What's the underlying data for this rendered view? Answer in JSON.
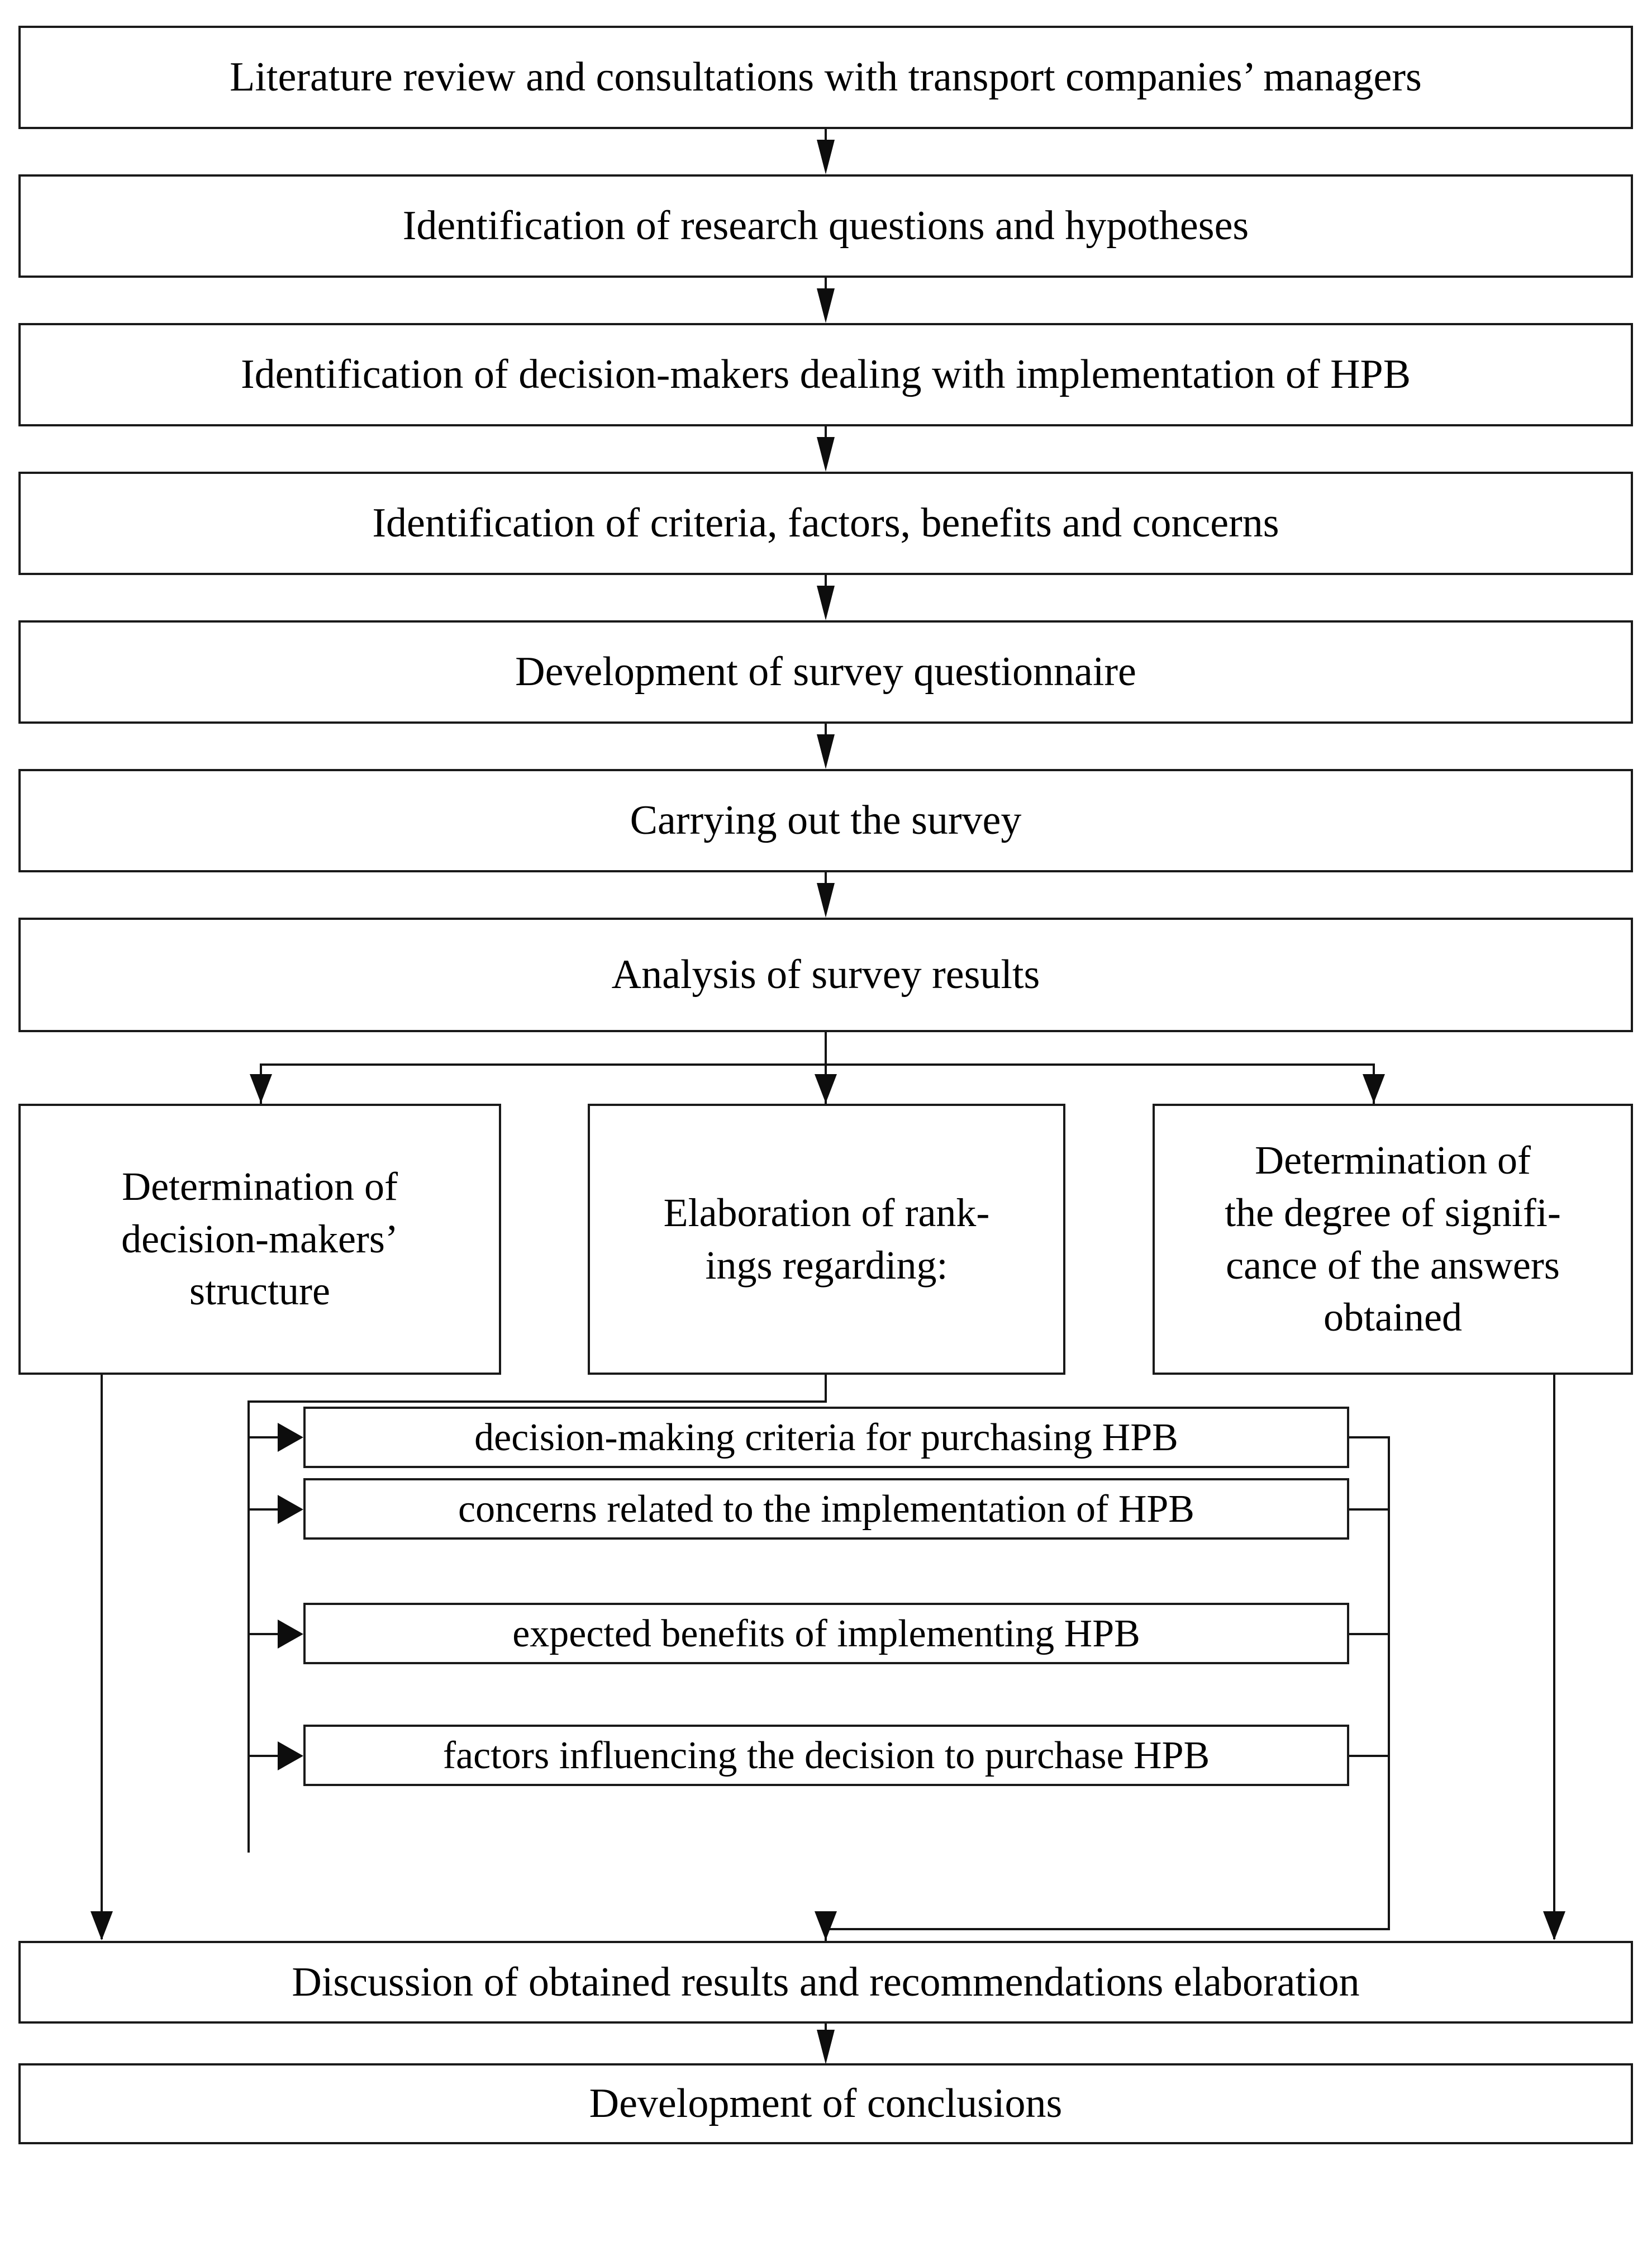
{
  "diagram": {
    "title": "Research methodology flowchart",
    "type": "flowchart",
    "stroke_color": "#1a1a1a",
    "background_color": "#ffffff",
    "text_color": "#000000"
  },
  "main_steps": [
    {
      "id": "step-1",
      "label": "Literature review and consultations with transport companies’ managers"
    },
    {
      "id": "step-2",
      "label": "Identification of research questions and hypotheses"
    },
    {
      "id": "step-3",
      "label": "Identification of decision-makers dealing with implementation of HPB"
    },
    {
      "id": "step-4",
      "label": "Identification of criteria, factors, benefits and concerns"
    },
    {
      "id": "step-5",
      "label": "Development of survey questionnaire"
    },
    {
      "id": "step-6",
      "label": "Carrying out the survey"
    },
    {
      "id": "step-7",
      "label": "Analysis of survey results"
    }
  ],
  "branch_steps": [
    {
      "id": "branch-left",
      "label": "Determination of\ndecision-makers’\nstructure"
    },
    {
      "id": "branch-center",
      "label": "Elaboration of rank-\nings regarding:"
    },
    {
      "id": "branch-right",
      "label": "Determination of\nthe degree of signifi-\ncance of the answers\nobtained"
    }
  ],
  "ranking_items": [
    {
      "id": "ranking-1",
      "label": "decision-making criteria for purchasing HPB"
    },
    {
      "id": "ranking-2",
      "label": "concerns related to the implementation of HPB"
    },
    {
      "id": "ranking-3",
      "label": "expected benefits of implementing HPB"
    },
    {
      "id": "ranking-4",
      "label": "factors influencing the decision to purchase HPB"
    }
  ],
  "final_steps": [
    {
      "id": "final-1",
      "label": "Discussion of obtained results and recommendations elaboration"
    },
    {
      "id": "final-2",
      "label": "Development of conclusions"
    }
  ]
}
